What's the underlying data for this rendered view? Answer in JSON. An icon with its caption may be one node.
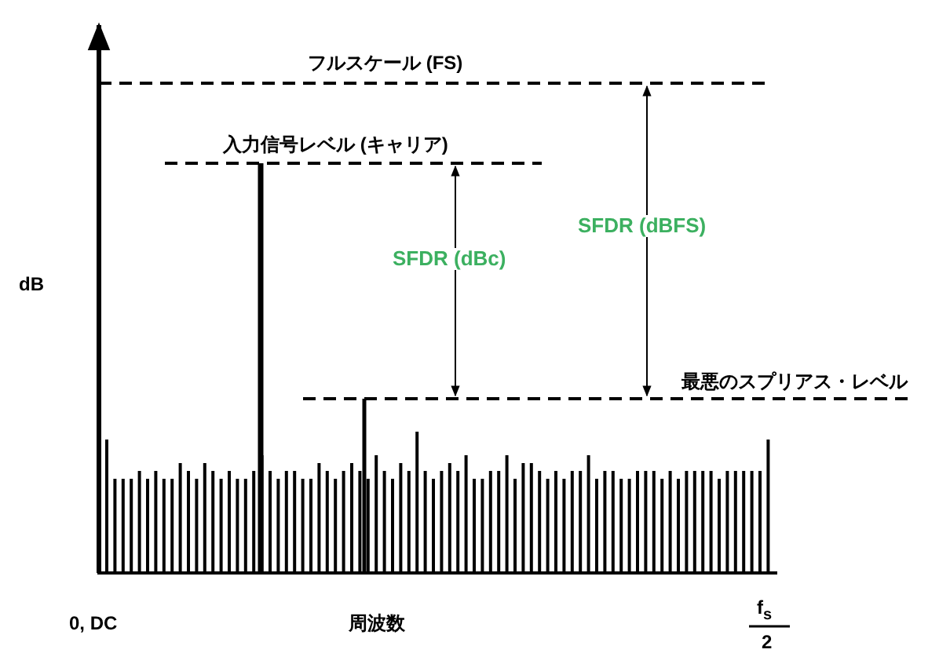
{
  "diagram": {
    "labels": [
      "フルスケール (FS)",
      "入力信号レベル (キャリア)",
      "SFDR (dBFS)",
      "SFDR (dBc)",
      "dB",
      "最悪のスプリアス・レベル",
      "0, DC",
      "周波数",
      "f$_{s}$",
      "2"
    ]
  }
}
